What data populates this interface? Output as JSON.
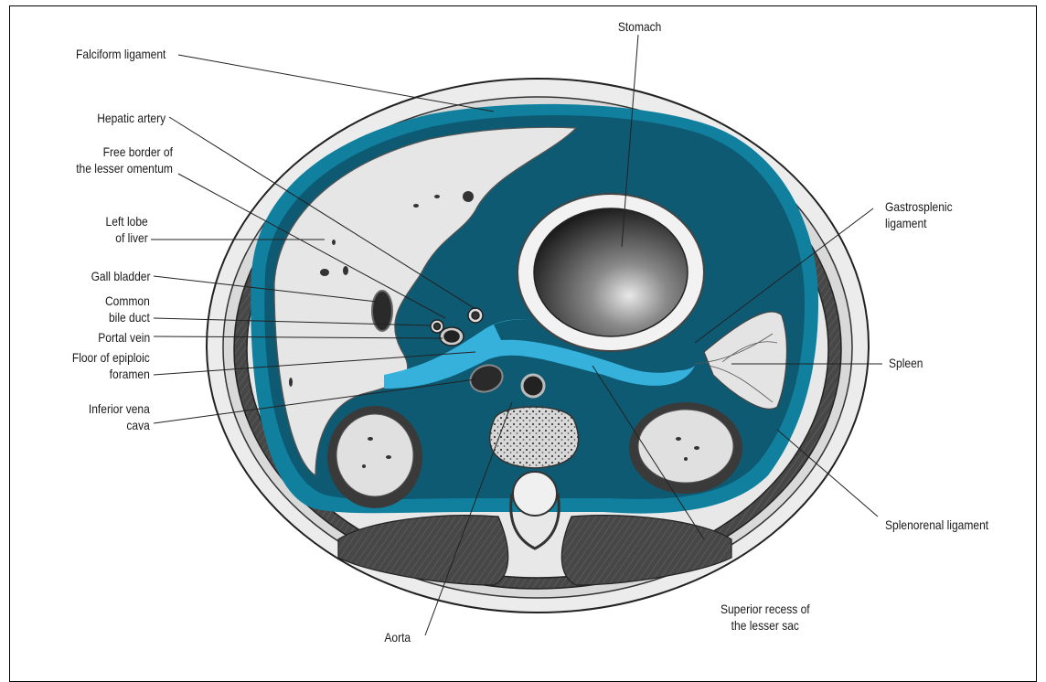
{
  "colors": {
    "peritoneal_cavity": "#0e5a73",
    "lesser_sac": "#35b1dc",
    "liver": "#e6e6e6",
    "muscle": "#4a4a4a",
    "skin": "#ebebeb"
  },
  "labels": {
    "falciform": "Falciform ligament",
    "hepatic_artery": "Hepatic artery",
    "free_border": "Free border of\nthe lesser omentum",
    "left_lobe": "Left lobe\nof liver",
    "gall_bladder": "Gall bladder",
    "common_bile_duct": "Common\nbile duct",
    "portal_vein": "Portal vein",
    "floor_epiploic": "Floor of epiploic\nforamen",
    "ivc": "Inferior vena\ncava",
    "stomach": "Stomach",
    "gastrosplenic": "Gastrosplenic\nligament",
    "spleen": "Spleen",
    "splenorenal": "Splenorenal ligament",
    "superior_recess": "Superior recess of\nthe lesser sac",
    "aorta": "Aorta"
  }
}
